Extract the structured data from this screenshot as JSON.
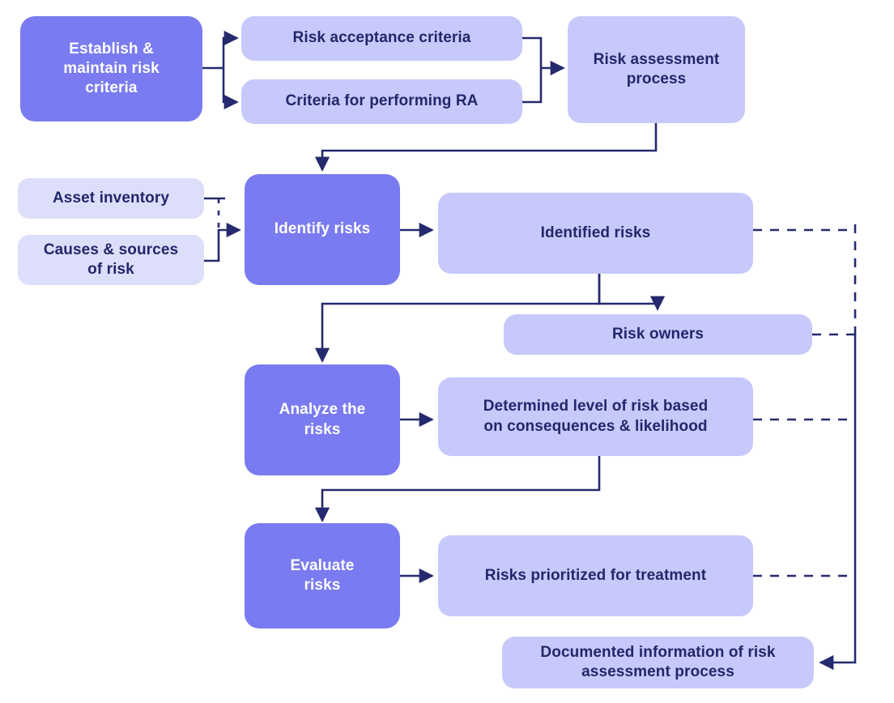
{
  "diagram": {
    "title": "Risk assessment process flowchart",
    "colors": {
      "process_fill": "#7a7bf0",
      "process_text": "#ffffff",
      "output_fill": "#c6c9fa",
      "input_fill": "#dddef9",
      "node_text": "#22276b",
      "connector": "#252a6e",
      "background": "#ffffff"
    }
  },
  "nodes": {
    "establish_criteria": {
      "label": "Establish &\nmaintain risk\ncriteria",
      "type": "process"
    },
    "risk_acceptance_criteria": {
      "label": "Risk acceptance criteria",
      "type": "output"
    },
    "criteria_performing_ra": {
      "label": "Criteria for performing RA",
      "type": "output"
    },
    "risk_assessment_process": {
      "label": "Risk assessment\nprocess",
      "type": "output"
    },
    "asset_inventory": {
      "label": "Asset inventory",
      "type": "input"
    },
    "causes_sources": {
      "label": "Causes & sources\nof risk",
      "type": "input"
    },
    "identify_risks": {
      "label": "Identify risks",
      "type": "process"
    },
    "identified_risks": {
      "label": "Identified risks",
      "type": "output"
    },
    "risk_owners": {
      "label": "Risk owners",
      "type": "output"
    },
    "analyze_risks": {
      "label": "Analyze the\nrisks",
      "type": "process"
    },
    "determined_level": {
      "label": "Determined level of risk based\non consequences & likelihood",
      "type": "output"
    },
    "evaluate_risks": {
      "label": "Evaluate\nrisks",
      "type": "process"
    },
    "risks_prioritized": {
      "label": "Risks prioritized for treatment",
      "type": "output"
    },
    "documented_information": {
      "label": "Documented information of risk\nassessment process",
      "type": "output"
    }
  }
}
